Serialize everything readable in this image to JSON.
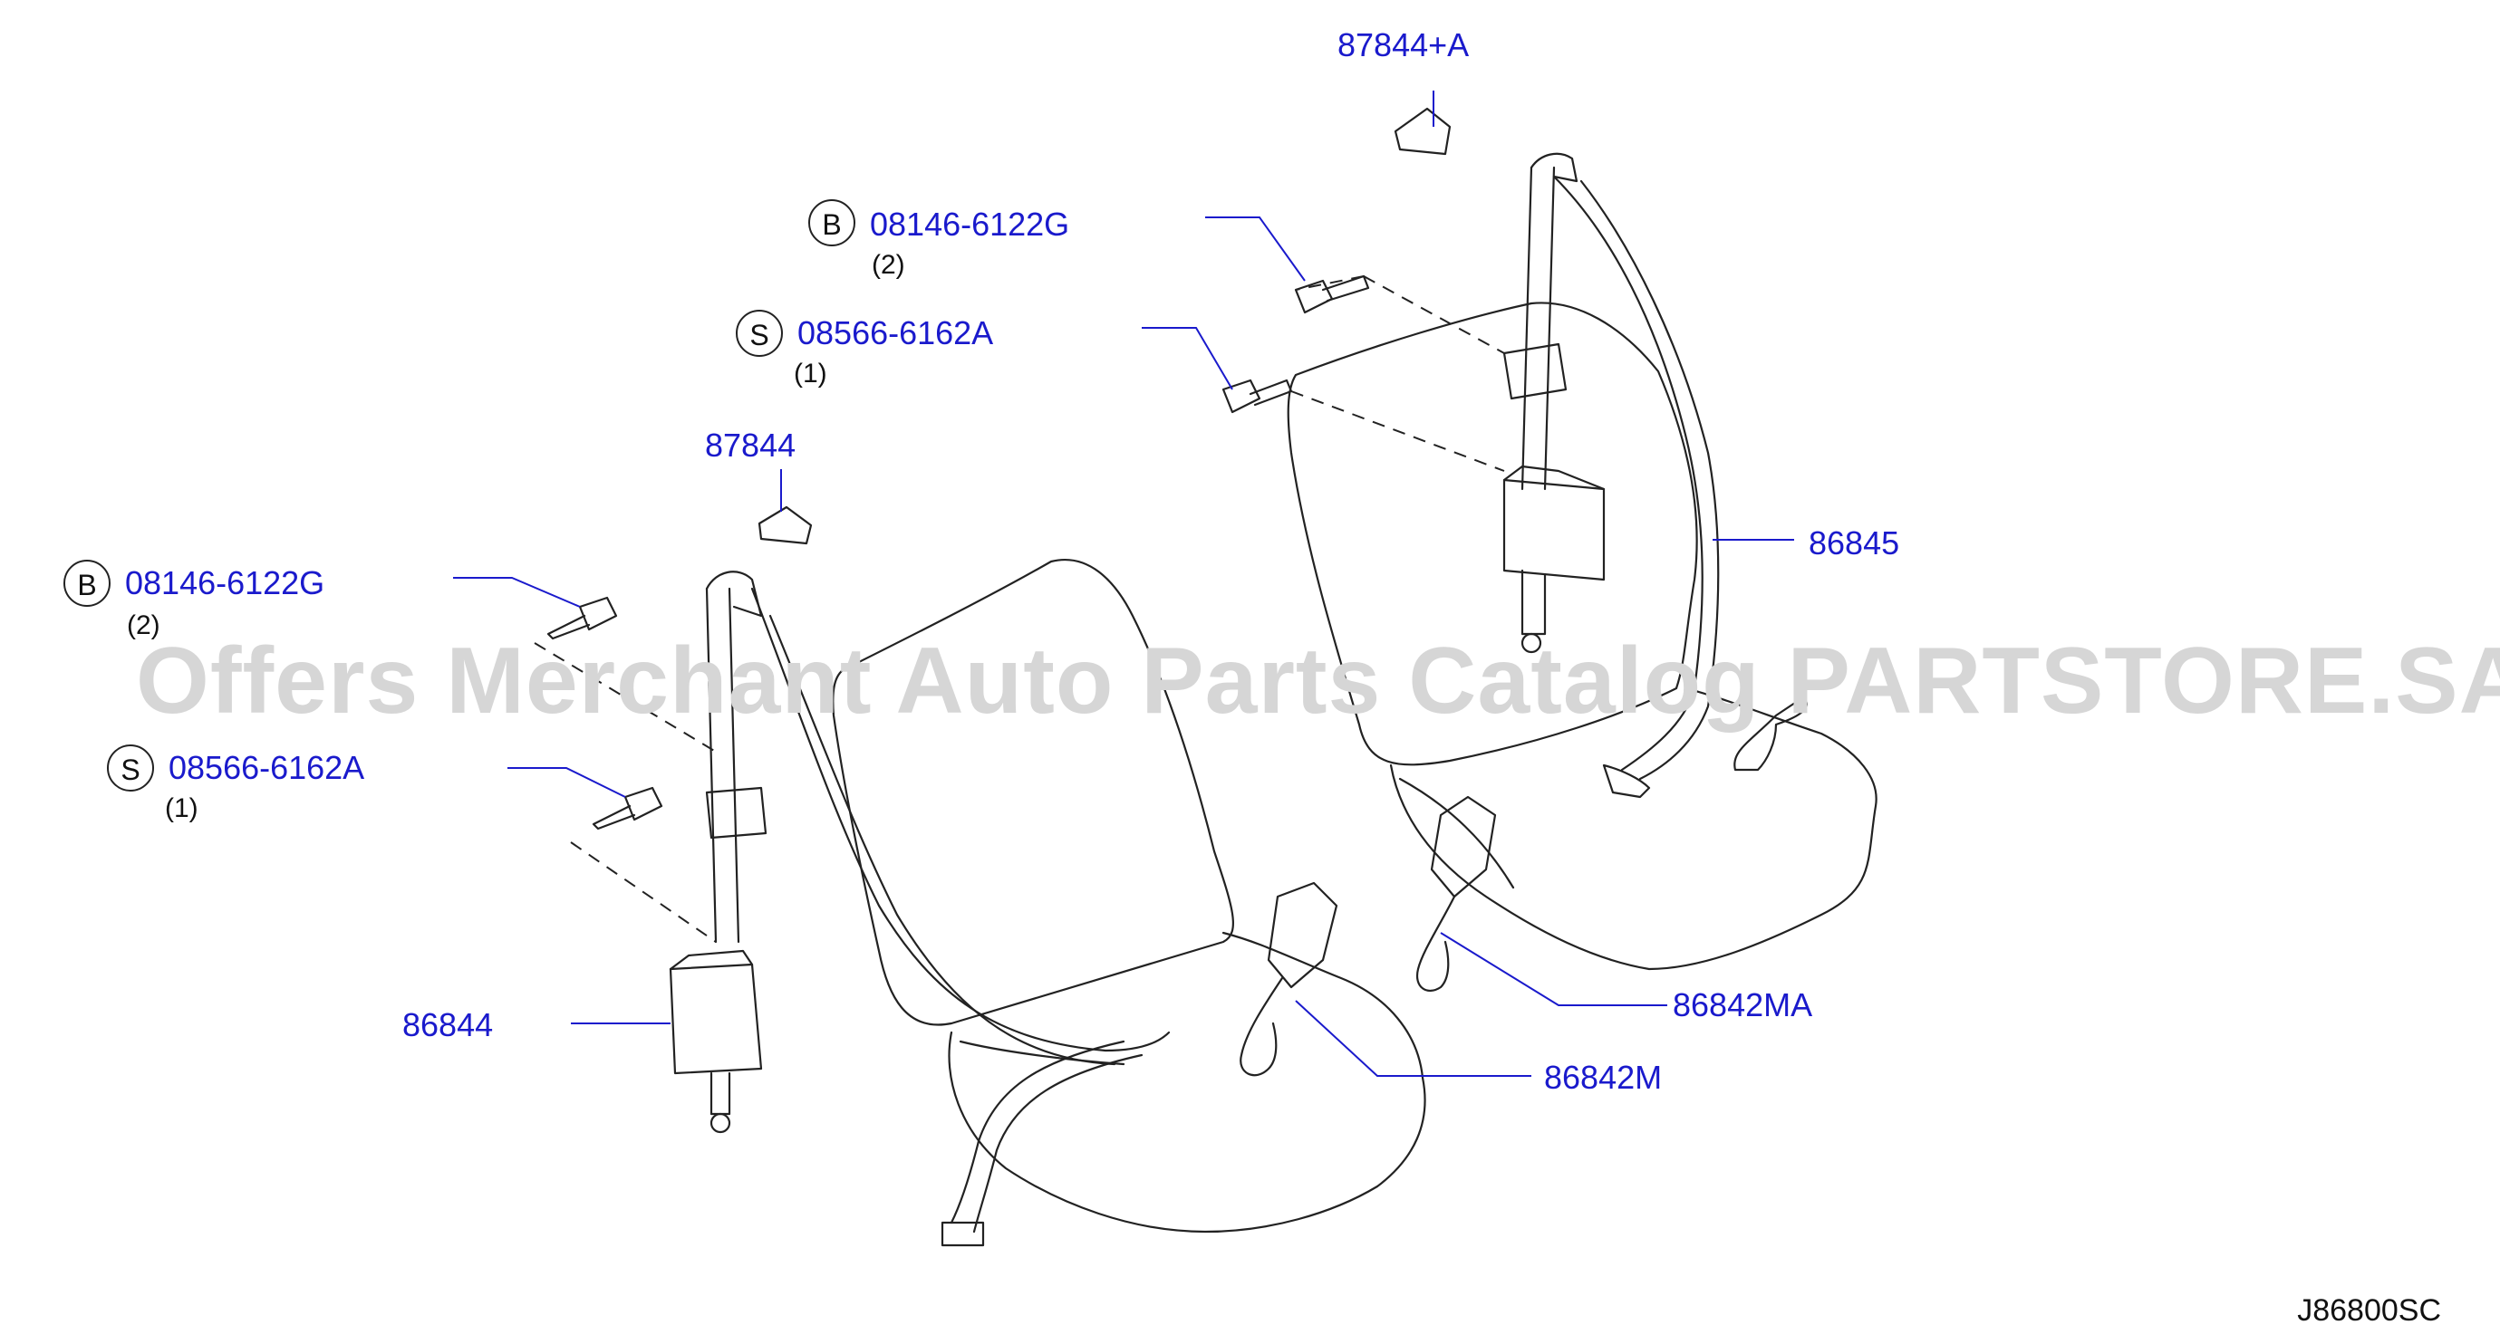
{
  "watermark": "Offers Merchant Auto Parts Catalog PARTSTORE.SA",
  "diagram_code": "J86800SC",
  "parts": {
    "p87844A": "87844+A",
    "p87844": "87844",
    "p86845": "86845",
    "p86844": "86844",
    "p86842MA": "86842MA",
    "p86842M": "86842M",
    "bolt_b_right": {
      "marker": "B",
      "number": "08146-6122G",
      "qty": "(2)"
    },
    "bolt_s_right": {
      "marker": "S",
      "number": "08566-6162A",
      "qty": "(1)"
    },
    "bolt_b_left": {
      "marker": "B",
      "number": "08146-6122G",
      "qty": "(2)"
    },
    "bolt_s_left": {
      "marker": "S",
      "number": "08566-6162A",
      "qty": "(1)"
    }
  },
  "colors": {
    "label": "#1a1acc",
    "line": "#1a1acc",
    "drawing": "#222222",
    "watermark": "#d6d6d6"
  }
}
